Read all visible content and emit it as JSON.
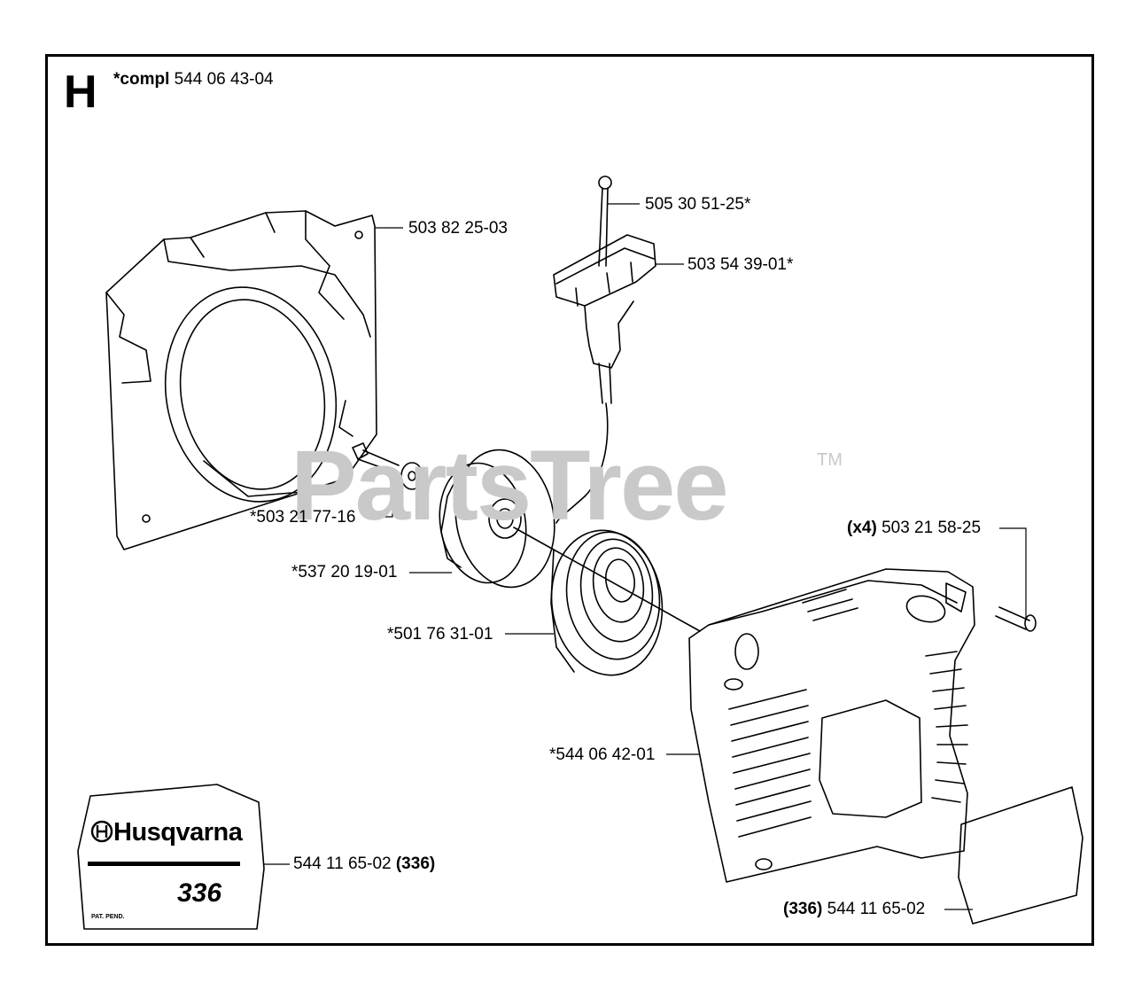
{
  "section_letter": "H",
  "assembly": {
    "prefix": "*compl",
    "number": "544 06 43-04"
  },
  "watermark": {
    "text": "PartsTree",
    "tm": "TM"
  },
  "callouts": {
    "fan_housing": "503 82 25-03",
    "starter_rope": "505 30 51-25*",
    "starter_handle": "503 54 39-01*",
    "screw_washer": "*503 21 77-16",
    "rope_pulley": "*537 20 19-01",
    "recoil_spring": "*501 76 31-01",
    "screws_qty": "(x4)",
    "screws": "503 21 58-25",
    "starter_cover": "*544 06 42-01",
    "decal_left": "544 11 65-02",
    "decal_left_model": "(336)",
    "decal_right_model": "(336)",
    "decal_right": "544 11 65-02"
  },
  "decal": {
    "brand": "Husqvarna",
    "model": "336",
    "pat": "PAT. PEND."
  },
  "icons": [
    "husqvarna-crown-logo"
  ]
}
